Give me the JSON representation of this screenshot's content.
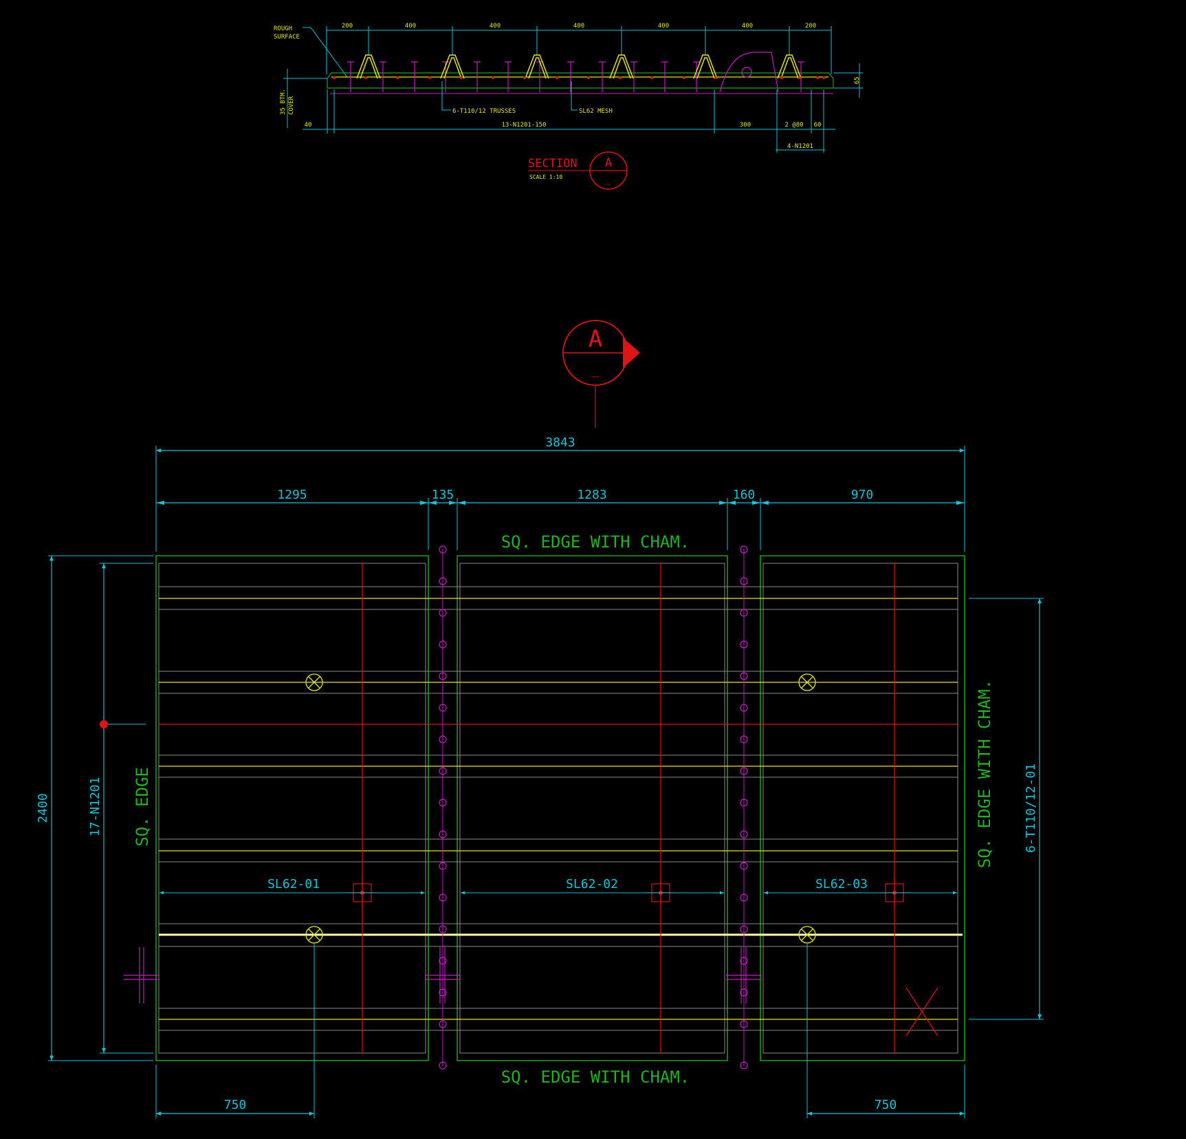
{
  "section_detail": {
    "rough_surface_line1": "ROUGH",
    "rough_surface_line2": "SURFACE",
    "top_dims": [
      "200",
      "400",
      "400",
      "400",
      "400",
      "400",
      "200"
    ],
    "height_dim": "65",
    "cover_line1": "35 BTM.",
    "cover_line2": "COVER",
    "trusses_label": "6-T110/12 TRUSSES",
    "mesh_label": "SL62 MESH",
    "bottom_dim_left": "40",
    "bars_label": "13-N1201-150",
    "dim_300": "300",
    "dim_2at80": "2 @80",
    "dim_60": "60",
    "bars_right_label": "4-N1201",
    "section_title": "SECTION",
    "section_scale": "SCALE  1:10",
    "section_letter": "A",
    "section_sheet": "_"
  },
  "plan": {
    "marker_letter": "A",
    "marker_sheet": "_",
    "overall_width": "3843",
    "segment_dims": [
      "1295",
      "135",
      "1283",
      "160",
      "970"
    ],
    "top_edge_label": "SQ. EDGE WITH CHAM.",
    "bottom_edge_label": "SQ. EDGE WITH CHAM.",
    "left_edge_label": "SQ. EDGE",
    "right_edge_label": "SQ. EDGE WITH CHAM.",
    "height_dim": "2400",
    "left_bars_label": "17-N1201",
    "right_trusses_label": "6-T110/12-01",
    "mesh_labels": [
      "SL62-01",
      "SL62-02",
      "SL62-03"
    ],
    "bottom_dim_left": "750",
    "bottom_dim_right": "750"
  }
}
